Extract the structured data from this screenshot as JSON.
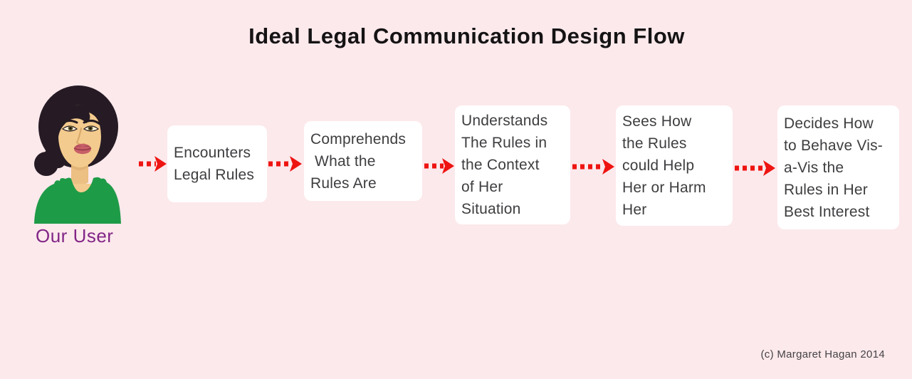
{
  "page": {
    "title": "Ideal Legal Communication Design Flow",
    "background_color": "#fce9ec",
    "title_color": "#151314",
    "copyright": "(c) Margaret Hagan 2014"
  },
  "user": {
    "label": "Our User",
    "label_color": "#822687",
    "illustration": "cartoon-woman-dark-hair-green-top",
    "colors": {
      "hair": "#261b24",
      "skin": "#f4cb8e",
      "top": "#1e9b47",
      "lips": "#c85f68"
    }
  },
  "flow": {
    "arrow_color": "#ee1411",
    "arrow_style": "dotted-right",
    "box_background": "#ffffff",
    "box_text_color": "#3e3d40",
    "steps": [
      {
        "label": "Encounters\nLegal Rules"
      },
      {
        "label": "Comprehends\n What the\nRules Are"
      },
      {
        "label": "Understands\nThe Rules in\nthe Context\nof Her\nSituation"
      },
      {
        "label": "Sees How\nthe Rules\ncould Help\nHer or Harm\nHer"
      },
      {
        "label": "Decides How\nto Behave Vis-\na-Vis the\nRules in Her\nBest Interest"
      }
    ]
  }
}
